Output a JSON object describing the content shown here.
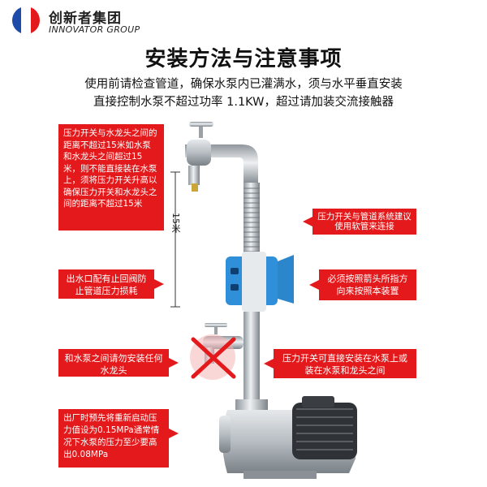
{
  "brand": {
    "name_cn": "创新者集团",
    "name_en": "INNOVATOR GROUP"
  },
  "colors": {
    "flag_blue": "#1f4ba8",
    "flag_red": "#e3191b",
    "callout": "#e3191b",
    "pipe": "#c9ced3"
  },
  "title": "安装方法与注意事项",
  "subtitle_1": "使用前请检查管道，确保水泵内已灌满水，须与水平垂直安装",
  "subtitle_2": "直接控制水泵不超过功率 1.1KW，超过请加装交流接触器",
  "scale_label": "15米",
  "callouts": {
    "distance": "压力开关与水龙头之间的距离不超过15米如水泵和水龙头之间超过15米，则不能直接装在水泵上，须将压力开关升高以确保压力开关和水龙头之间的距离不超过15米",
    "hose": "压力开关与管道系统建议使用软管来连接",
    "check_valve": "出水口配有止回阀防止管道压力损耗",
    "direction": "必须按照箭头所指方向来按照本装置",
    "no_faucet": "和水泵之间请勿安装任何水龙头",
    "direct_install": "压力开关可直接安装在水泵上或装在水泵和龙头之间",
    "pressure": "出厂时预先将重新启动压力值设为0.15MPa通常情况下水泵的压力至少要高出0.08MPa"
  }
}
